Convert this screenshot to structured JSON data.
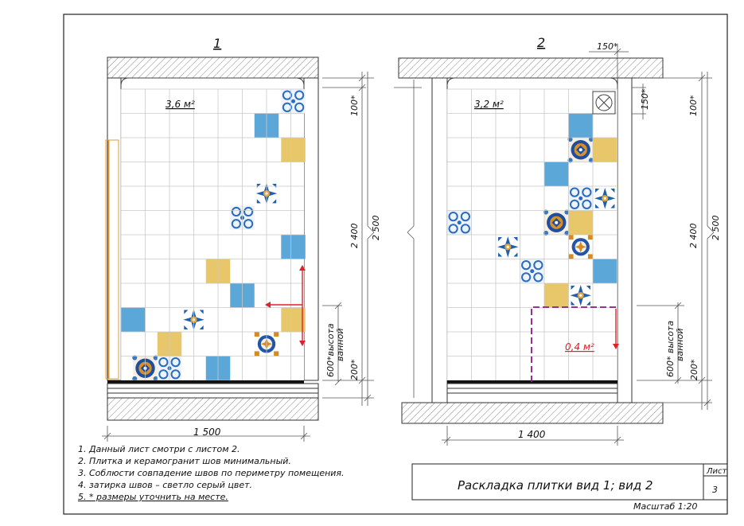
{
  "views": {
    "view1": {
      "number": "1",
      "area": "3,6 м²",
      "width_dim": "1 500",
      "dim_100": "100*",
      "dim_2400": "2 400",
      "dim_2500": "2 500",
      "dim_200": "200*",
      "bath_label_1": "600*высота",
      "bath_label_2": "ванной"
    },
    "view2": {
      "number": "2",
      "area": "3,2 м²",
      "width_dim": "1 400",
      "dim_150_top": "150*",
      "dim_150_side": "150*",
      "dim_100": "100*",
      "dim_2400": "2 400",
      "dim_2500": "2 500",
      "dim_200": "200*",
      "bath_area": "0,4 м²",
      "bath_label_1": "600* высота",
      "bath_label_2": "ванной"
    }
  },
  "notes": [
    "1. Данный лист смотри с листом 2.",
    "2. Плитка и керамогранит шов минимальный.",
    "3. Соблюсти совпадение швов по периметру помещения.",
    "4. затирка швов – светло серый цвет.",
    "5. * размеры уточнить на месте."
  ],
  "title_block": {
    "title": "Раскладка плитки вид 1;  вид 2",
    "sheet_label": "Лист",
    "sheet_number": "3",
    "scale": "Масштаб 1:20"
  },
  "colors": {
    "blue": "#5aa7d8",
    "yellow": "#e7c76a",
    "grid": "#c9c9c9",
    "red": "#e0202a",
    "purple": "#8b1a8b"
  }
}
